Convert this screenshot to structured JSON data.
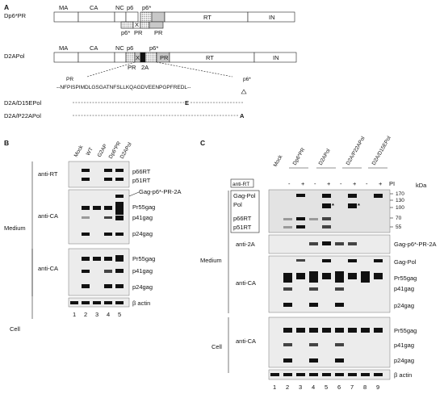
{
  "panels": {
    "a": "A",
    "b": "B",
    "c": "C"
  },
  "panel_a": {
    "constructs": [
      {
        "name": "Dp6*PR",
        "domains": [
          "MA",
          "CA",
          "NC",
          "p6",
          "p6*",
          "PR",
          "RT",
          "IN"
        ],
        "sublabels": [
          "p6*",
          "PR",
          "PR"
        ]
      },
      {
        "name": "D2APol",
        "domains": [
          "MA",
          "CA",
          "NC",
          "p6",
          "p6*",
          "PR",
          "RT",
          "IN"
        ],
        "sublabels": [
          "PR",
          "2A"
        ]
      }
    ],
    "block_x": "X",
    "seq_label_pr": "PR",
    "seq_label_p6": "p6*",
    "sequence": "--NFPISPIMDLGSGATNFSLLKQAGDVEENPGPFREDL--",
    "mutants": [
      {
        "name": "D2A/D15EPol",
        "substitution": "E"
      },
      {
        "name": "D2A/P22APol",
        "substitution": "A"
      }
    ]
  },
  "panel_b": {
    "lanes": [
      "Mock",
      "WT",
      "G2AP",
      "Dp6*PR",
      "D2APol"
    ],
    "lane_numbers": [
      "1",
      "2",
      "3",
      "4",
      "5"
    ],
    "groups": [
      "Medium",
      "Cell"
    ],
    "antibodies": [
      "anti-RT",
      "anti-CA",
      "anti-CA"
    ],
    "band_labels": [
      "p66RT",
      "p51RT",
      "Gag-p6*-PR-2A",
      "Pr55gag",
      "p41gag",
      "p24gag",
      "Pr55gag",
      "p41gag",
      "p24gag",
      "β actin"
    ]
  },
  "panel_c": {
    "lanes": [
      "Mock",
      "Dp6*PR",
      "D2APol",
      "D2A/P22APol",
      "D2A/D15EPol"
    ],
    "lane_numbers": [
      "1",
      "2",
      "3",
      "4",
      "5",
      "6",
      "7",
      "8",
      "9"
    ],
    "treatment_label": "anti-RT",
    "treatment_marks": [
      "-",
      "+",
      "-",
      "+",
      "-",
      "+",
      "-",
      "+"
    ],
    "pi_label": "PI",
    "kda_label": "kDa",
    "markers": [
      "170",
      "130",
      "100",
      "70",
      "55"
    ],
    "groups": [
      "Medium",
      "Cell"
    ],
    "antibodies": [
      "anti-2A",
      "anti-CA",
      "anti-CA"
    ],
    "box_labels": [
      "Gag-Pol",
      "Pol",
      "p66RT",
      "p51RT"
    ],
    "asterisk": "*",
    "band_labels": [
      "Gag-p6*-PR-2A",
      "Gag-Pol",
      "Pr55gag",
      "p41gag",
      "p24gag",
      "Pr55gag",
      "p41gag",
      "p24gag",
      "β actin"
    ]
  }
}
